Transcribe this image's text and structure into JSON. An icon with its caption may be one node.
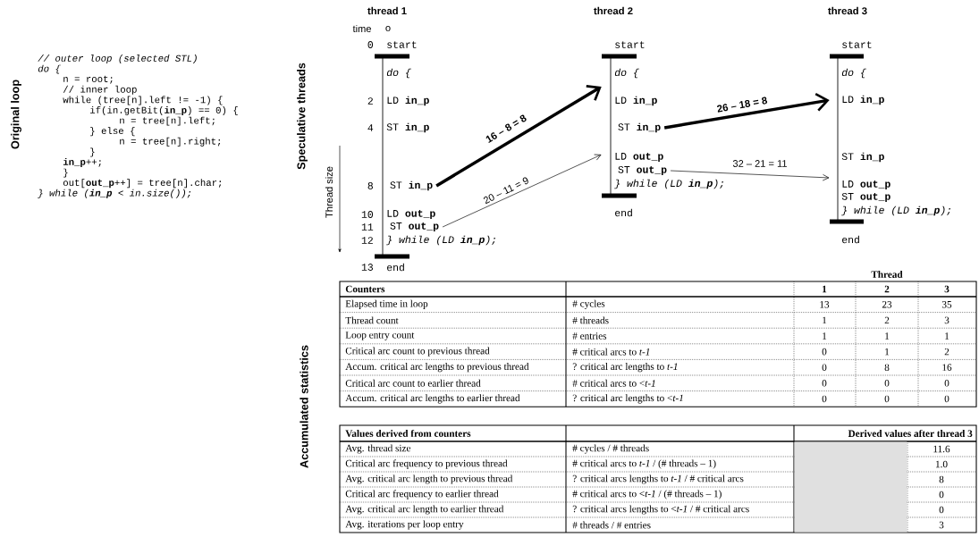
{
  "diagram": {
    "nodes": [
      {
        "text": [],
        "shape": "bar"
      },
      {
        "text": [],
        "shape": "bar"
      },
      {
        "text": [],
        "shape": "bar"
      },
      {
        "text": [
          "ST **in_p**"
        ]
      },
      {
        "text": [
          "ST **out_p**"
        ]
      },
      {
        "text": [
          "ST **in_p**"
        ]
      },
      {
        "text": [
          "ST **out_p**"
        ]
      }
    ],
    "edges": [
      {
        "from": 3,
        "to": 1,
        "arrow": "to",
        "label": "16 – 8 = 8",
        "style": "thick"
      },
      {
        "from": 4,
        "to": 1,
        "arrow": "to",
        "label": "20 – 11 = 9"
      },
      {
        "from": 5,
        "to": 2,
        "arrow": "to",
        "label": "26 – 18 = 8",
        "style": "thick"
      },
      {
        "from": 6,
        "to": 2,
        "arrow": "to",
        "label": "32 – 21 = 11"
      }
    ],
    "labels": [
      "Original loop",
      "// outer loop (selected STL)",
      "do {",
      "n = root;",
      "// inner loop",
      "while (tree[n].left != -1) {",
      "if(in.getBit(**in_p**) == 0) {",
      "n = tree[n].left;",
      "} else {",
      "n = tree[n].right;",
      "}",
      "**in_p**++;",
      "}",
      "out[**out_p**++] = tree[n].char;",
      "} while (**in_p** < in.size());",
      "Speculative threads",
      "thread 1",
      "thread 2",
      "thread 3",
      "time",
      "o",
      "0",
      "2",
      "4",
      "8",
      "10",
      "11",
      "12",
      "13",
      "Thread size",
      "start",
      "do {",
      "LD **in_p**",
      "ST **in_p**",
      "LD **out_p**",
      "} while (LD **in_p**);",
      "end",
      "start",
      "do {",
      "LD **in_p**",
      "LD **out_p**",
      "} while (LD **in_p**);",
      "end",
      "start",
      "do {",
      "LD **in_p**",
      "ST **in_p**",
      "LD **out_p**",
      "ST **out_p**",
      "} while (LD **in_p**);",
      "end",
      "Accumulated statistics",
      "Thread",
      "Counters",
      "1",
      "2",
      "3",
      "Elapsed time in loop",
      "# cycles",
      "13",
      "23",
      "35",
      "Thread count",
      "# threads",
      "1",
      "2",
      "3",
      "Loop entry count",
      "# entries",
      "1",
      "1",
      "1",
      "Critical arc count to previous thread",
      "# critical arcs to *t-1*",
      "0",
      "1",
      "2",
      "Accum. critical arc lengths to previous thread",
      "? critical arc lengths to *t-1*",
      "0",
      "8",
      "16",
      "Critical arc count to earlier thread",
      "# critical arcs to <*t-1*",
      "0",
      "0",
      "0",
      "Accum. critical arc lengths to earlier thread",
      "? critical arc lengths to <*t-1*",
      "0",
      "0",
      "0",
      "Values derived from counters",
      "Derived values after thread 3",
      "Avg. thread size",
      "# cycles / # threads",
      "11.6",
      "Critical arc frequency to previous thread",
      "# critical arcs to *t-1* / (# threads – 1)",
      "1.0",
      "Avg. critical arc length to previous thread",
      "? critical arcs lengths to *t-1* / # critical arcs",
      "8",
      "Critical arc frequency to earlier thread",
      "# critical arcs to <*t-1* / (# threads – 1)",
      "0",
      "Avg. critical arc length to earlier thread",
      "? critical arcs lengths to <*t-1* / # critical arcs",
      "0",
      "Avg. iterations per loop entry",
      "# threads / # entries",
      "3"
    ]
  }
}
